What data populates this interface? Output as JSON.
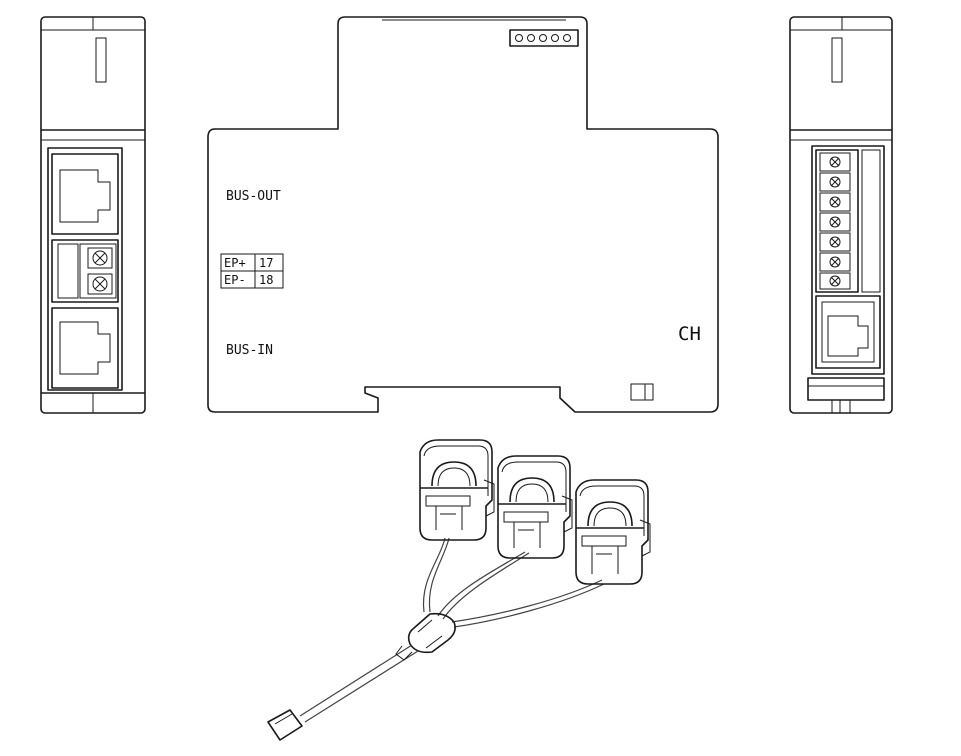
{
  "front_view": {
    "label_bus_out": "BUS-OUT",
    "label_bus_in": "BUS-IN",
    "terminal_ep_plus": "EP+",
    "terminal_ep_plus_num": "17",
    "terminal_ep_minus": "EP-",
    "terminal_ep_minus_num": "18",
    "model_label": "CH"
  },
  "colors": {
    "line": "#1a1a1a",
    "background": "#ffffff"
  }
}
